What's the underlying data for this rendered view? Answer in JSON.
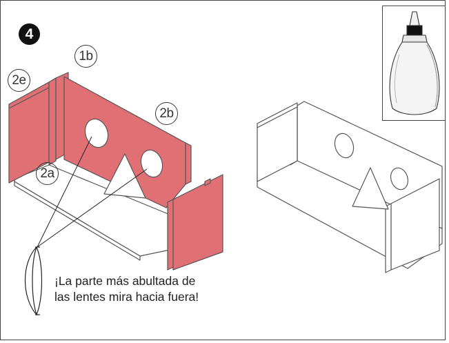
{
  "step": {
    "number": "4"
  },
  "labels": {
    "part_1b": "1b",
    "part_2e": "2e",
    "part_2b": "2b",
    "part_2a": "2a"
  },
  "note": {
    "line1": "¡La parte más abultada de",
    "line2": "las lentes mira hacia fuera!"
  },
  "colors": {
    "panel_fill": "#e07073",
    "outline": "#555555",
    "badge": "#111111"
  },
  "icons": {
    "glue_bottle": "glue-bottle-icon",
    "lens": "lens-icon"
  }
}
